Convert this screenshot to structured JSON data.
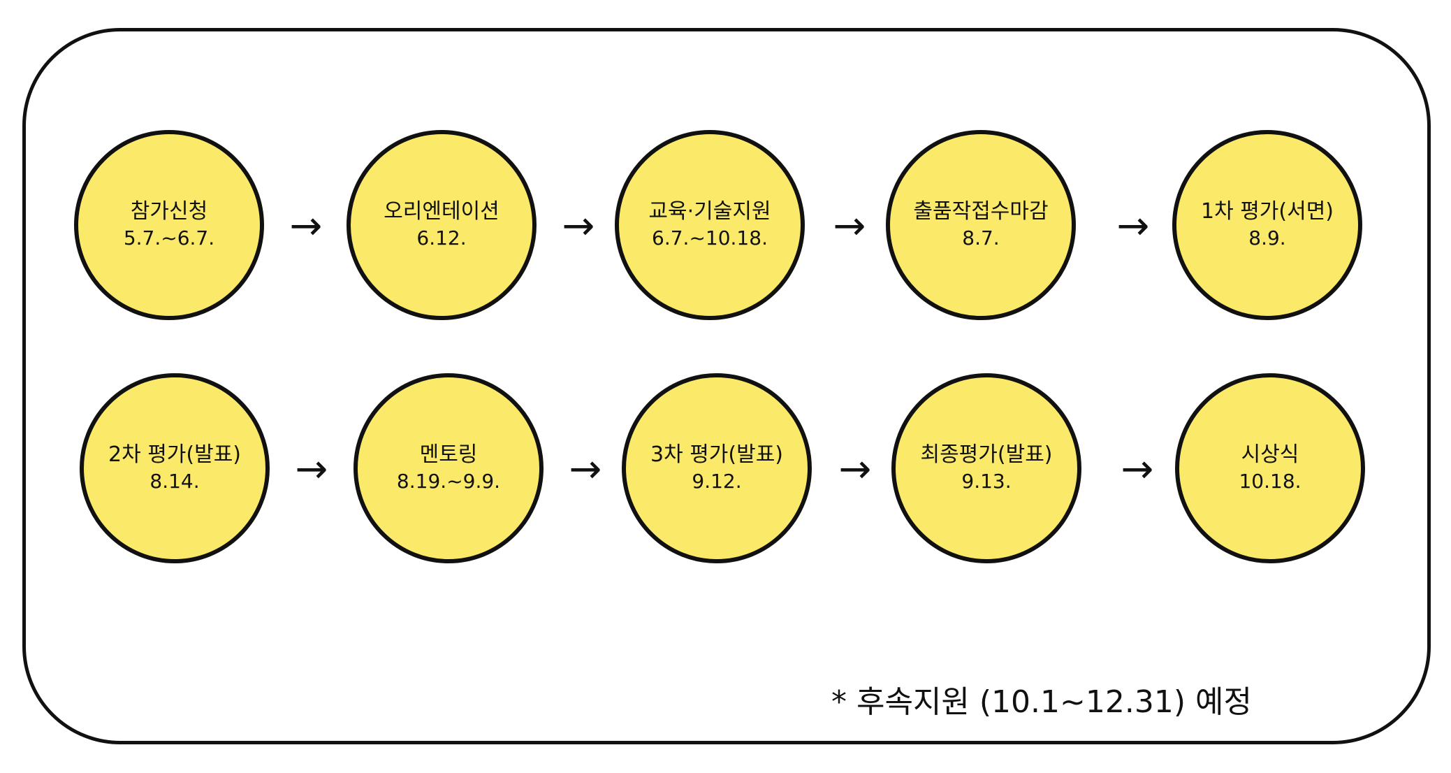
{
  "colors": {
    "node_fill": "#FBEA6A",
    "stroke": "#111111"
  },
  "arrow_glyph": "→",
  "rows": [
    [
      {
        "label": "참가신청",
        "date": "5.7.~6.7."
      },
      {
        "label": "오리엔테이션",
        "date": "6.12."
      },
      {
        "label": "교육·기술지원",
        "date": "6.7.~10.18."
      },
      {
        "label": "출품작접수마감",
        "date": "8.7."
      },
      {
        "label": "1차 평가(서면)",
        "date": "8.9."
      }
    ],
    [
      {
        "label": "2차 평가(발표)",
        "date": "8.14."
      },
      {
        "label": "멘토링",
        "date": "8.19.~9.9."
      },
      {
        "label": "3차 평가(발표)",
        "date": "9.12."
      },
      {
        "label": "최종평가(발표)",
        "date": "9.13."
      },
      {
        "label": "시상식",
        "date": "10.18."
      }
    ]
  ],
  "footnote": "* 후속지원 (10.1~12.31) 예정"
}
